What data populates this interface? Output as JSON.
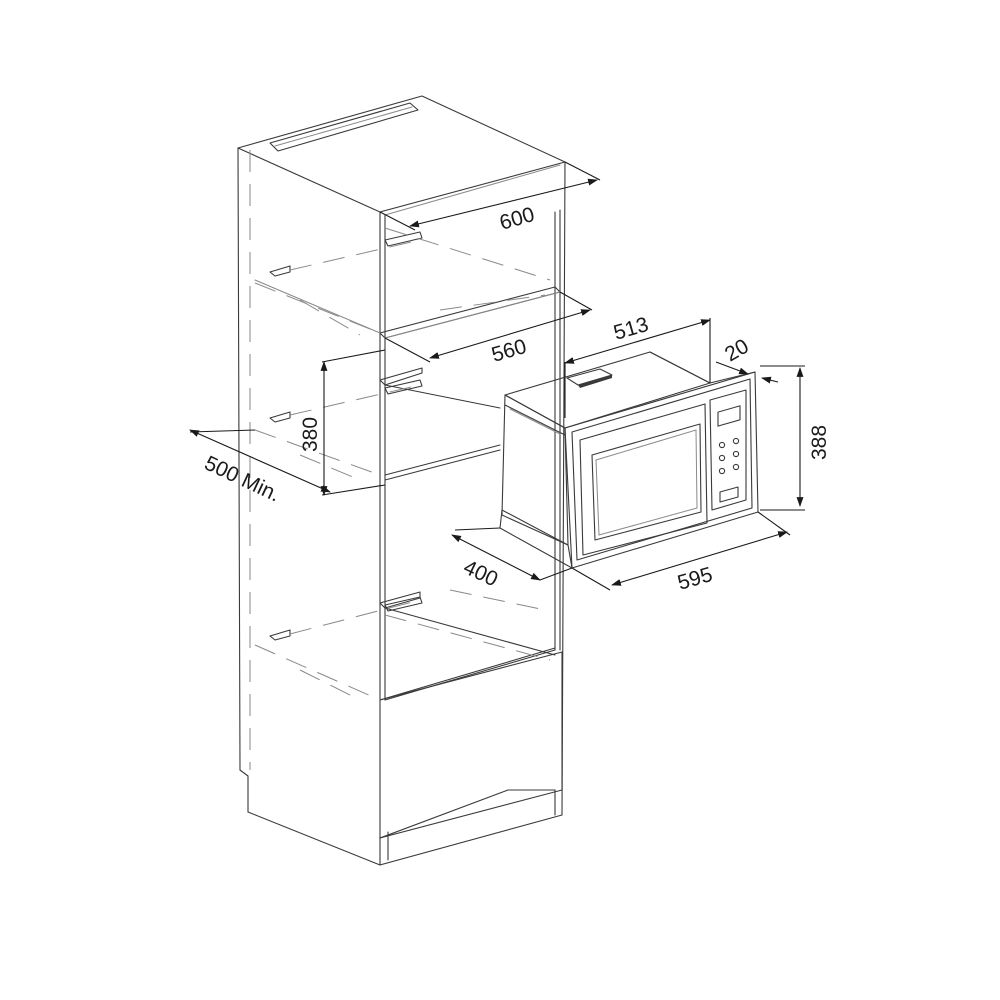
{
  "dimensions": {
    "cabinet_width": "600",
    "inner_width": "560",
    "cabinet_depth": "500 Min.",
    "niche_height": "380",
    "microwave_depth": "513",
    "frame_overlap": "20",
    "microwave_height": "388",
    "front_width": "595",
    "body_depth": "400"
  },
  "colors": {
    "line": "#3a3a3a",
    "dimension": "#1a1a1a",
    "background": "#ffffff"
  }
}
